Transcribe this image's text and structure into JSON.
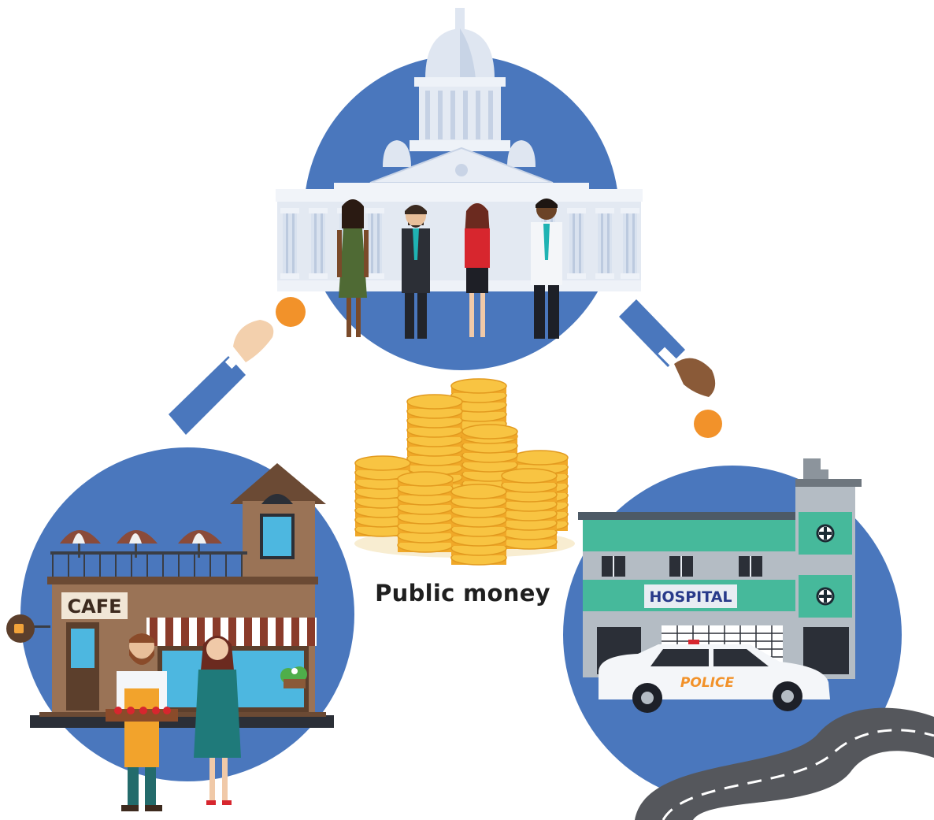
{
  "caption": "Public money",
  "signs": {
    "cafe": "CAFE",
    "hospital": "HOSPITAL",
    "police": "POLICE"
  },
  "colors": {
    "circle_blue": "#4a77bd",
    "coin_gold": "#f5b731",
    "coin_orange": "#f2922a",
    "hospital_teal": "#46b99b",
    "road_gray": "#55575c"
  },
  "icons": [
    "government-building",
    "coin-stacks",
    "cafe-building",
    "hospital-building",
    "police-car",
    "road",
    "hand-with-coin"
  ]
}
